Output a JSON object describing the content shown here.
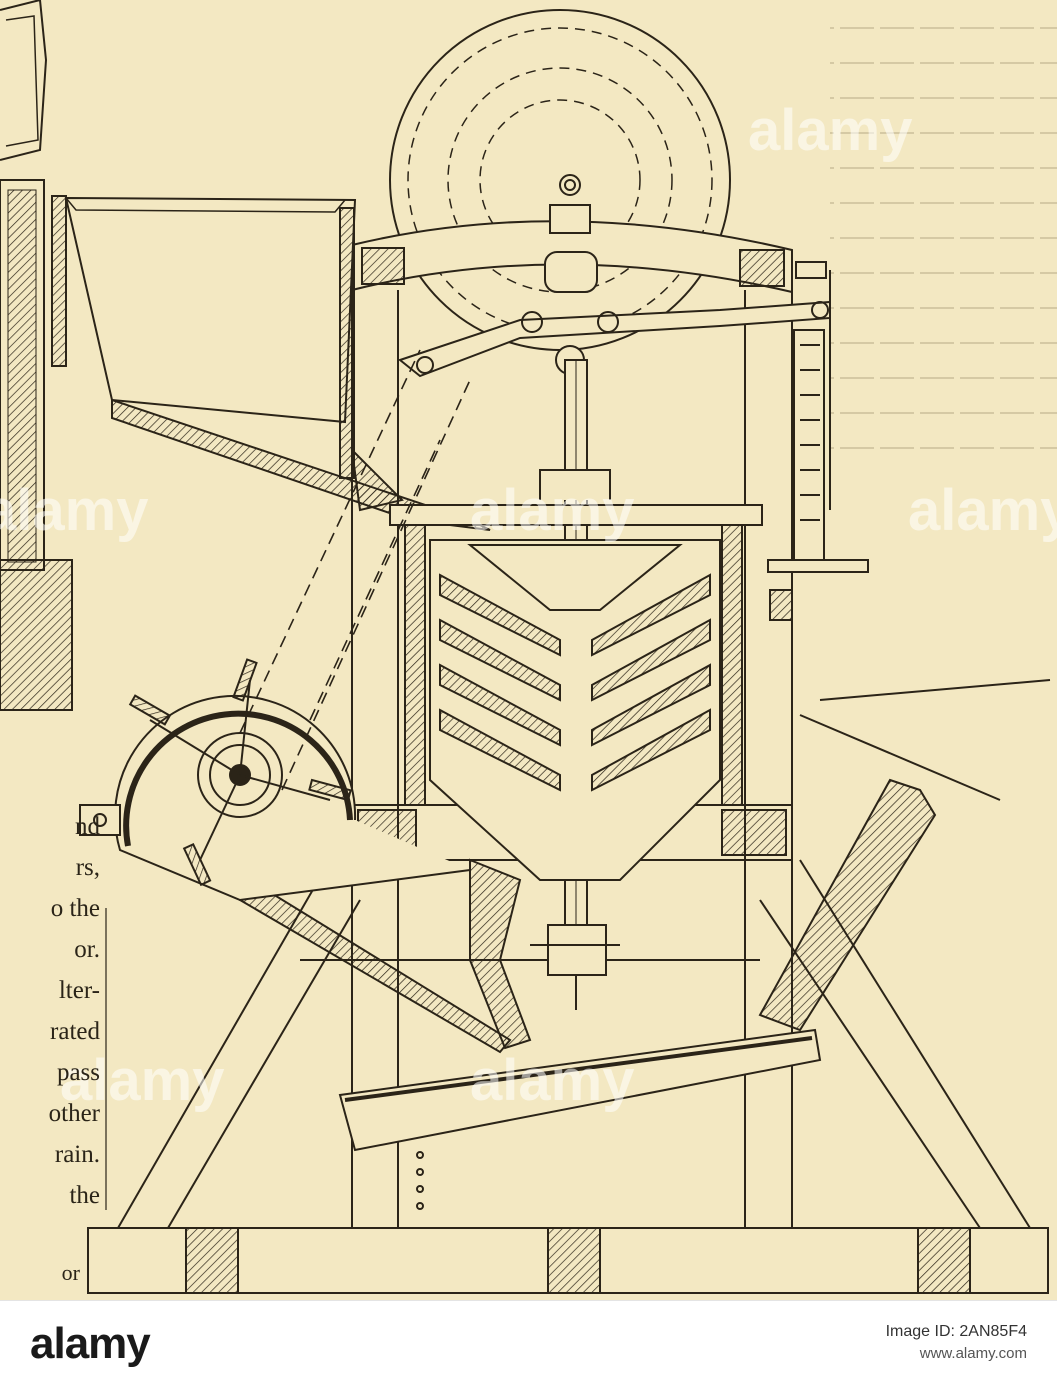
{
  "figure": {
    "margin_text_lines": [
      "nd",
      "rs,",
      "o the",
      "or.",
      "lter-",
      "rated",
      "pass",
      "other",
      "rain.",
      "the"
    ],
    "bottom_fragment": "or"
  },
  "watermarks": [
    "alamy",
    "alamy",
    "alamy",
    "alamy",
    "alamy",
    "alamy"
  ],
  "footer": {
    "logo": "alamy",
    "image_id": "Image ID: 2AN85F4",
    "url": "www.alamy.com"
  }
}
